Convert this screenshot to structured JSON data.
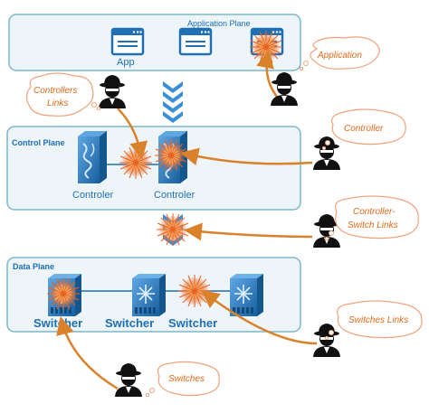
{
  "planes": {
    "application": "Application Plane",
    "control": "Control Plane",
    "data": "Data Plane"
  },
  "app_label": "App",
  "controllers": [
    "Controler",
    "Controler"
  ],
  "switches": [
    "Switcher",
    "Switcher",
    "Switcher"
  ],
  "callouts": {
    "application": "Application",
    "controllers_links": [
      "Controllers",
      "Links"
    ],
    "controller": "Controller",
    "controller_switch_links": [
      "Controller-",
      "Switch Links"
    ],
    "switches_links": "Switches Links",
    "switches": "Switches"
  },
  "colors": {
    "plane_border": "#7ab7c9",
    "plane_fill": "#eef5f9",
    "plane_label": "#1b6fb8",
    "device_blue": "#1f6fb3",
    "arrow_orange": "#d9822b",
    "callout_text": "#e06a1a",
    "callout_border": "#f0a37a",
    "chevron_blue": "#3a8fd6"
  },
  "icons": [
    "app-window-icon",
    "controller-server-icon",
    "switch-icon",
    "hacker-icon",
    "attack-burst-icon",
    "chevron-arrows-icon"
  ]
}
